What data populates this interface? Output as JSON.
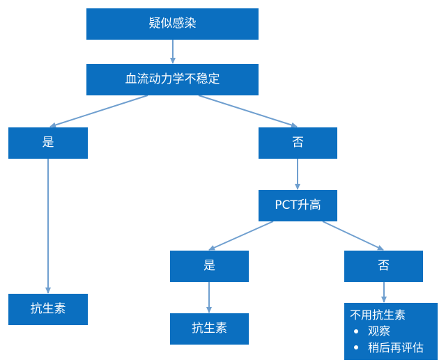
{
  "flowchart": {
    "nodes": {
      "suspected_infection": "疑似感染",
      "hemodynamic_instability": "血流动力学不稳定",
      "yes_left": "是",
      "no_right": "否",
      "pct_elevated": "PCT升高",
      "yes_mid": "是",
      "no_lower": "否",
      "antibiotics_left": "抗生素",
      "antibiotics_mid": "抗生素",
      "no_antibiotics": {
        "title": "不用抗生素",
        "bullets": [
          "观察",
          "稍后再评估"
        ]
      }
    },
    "colors": {
      "node_fill": "#0b6fc0",
      "node_text": "#ffffff",
      "connector": "#6f9fcf"
    }
  }
}
